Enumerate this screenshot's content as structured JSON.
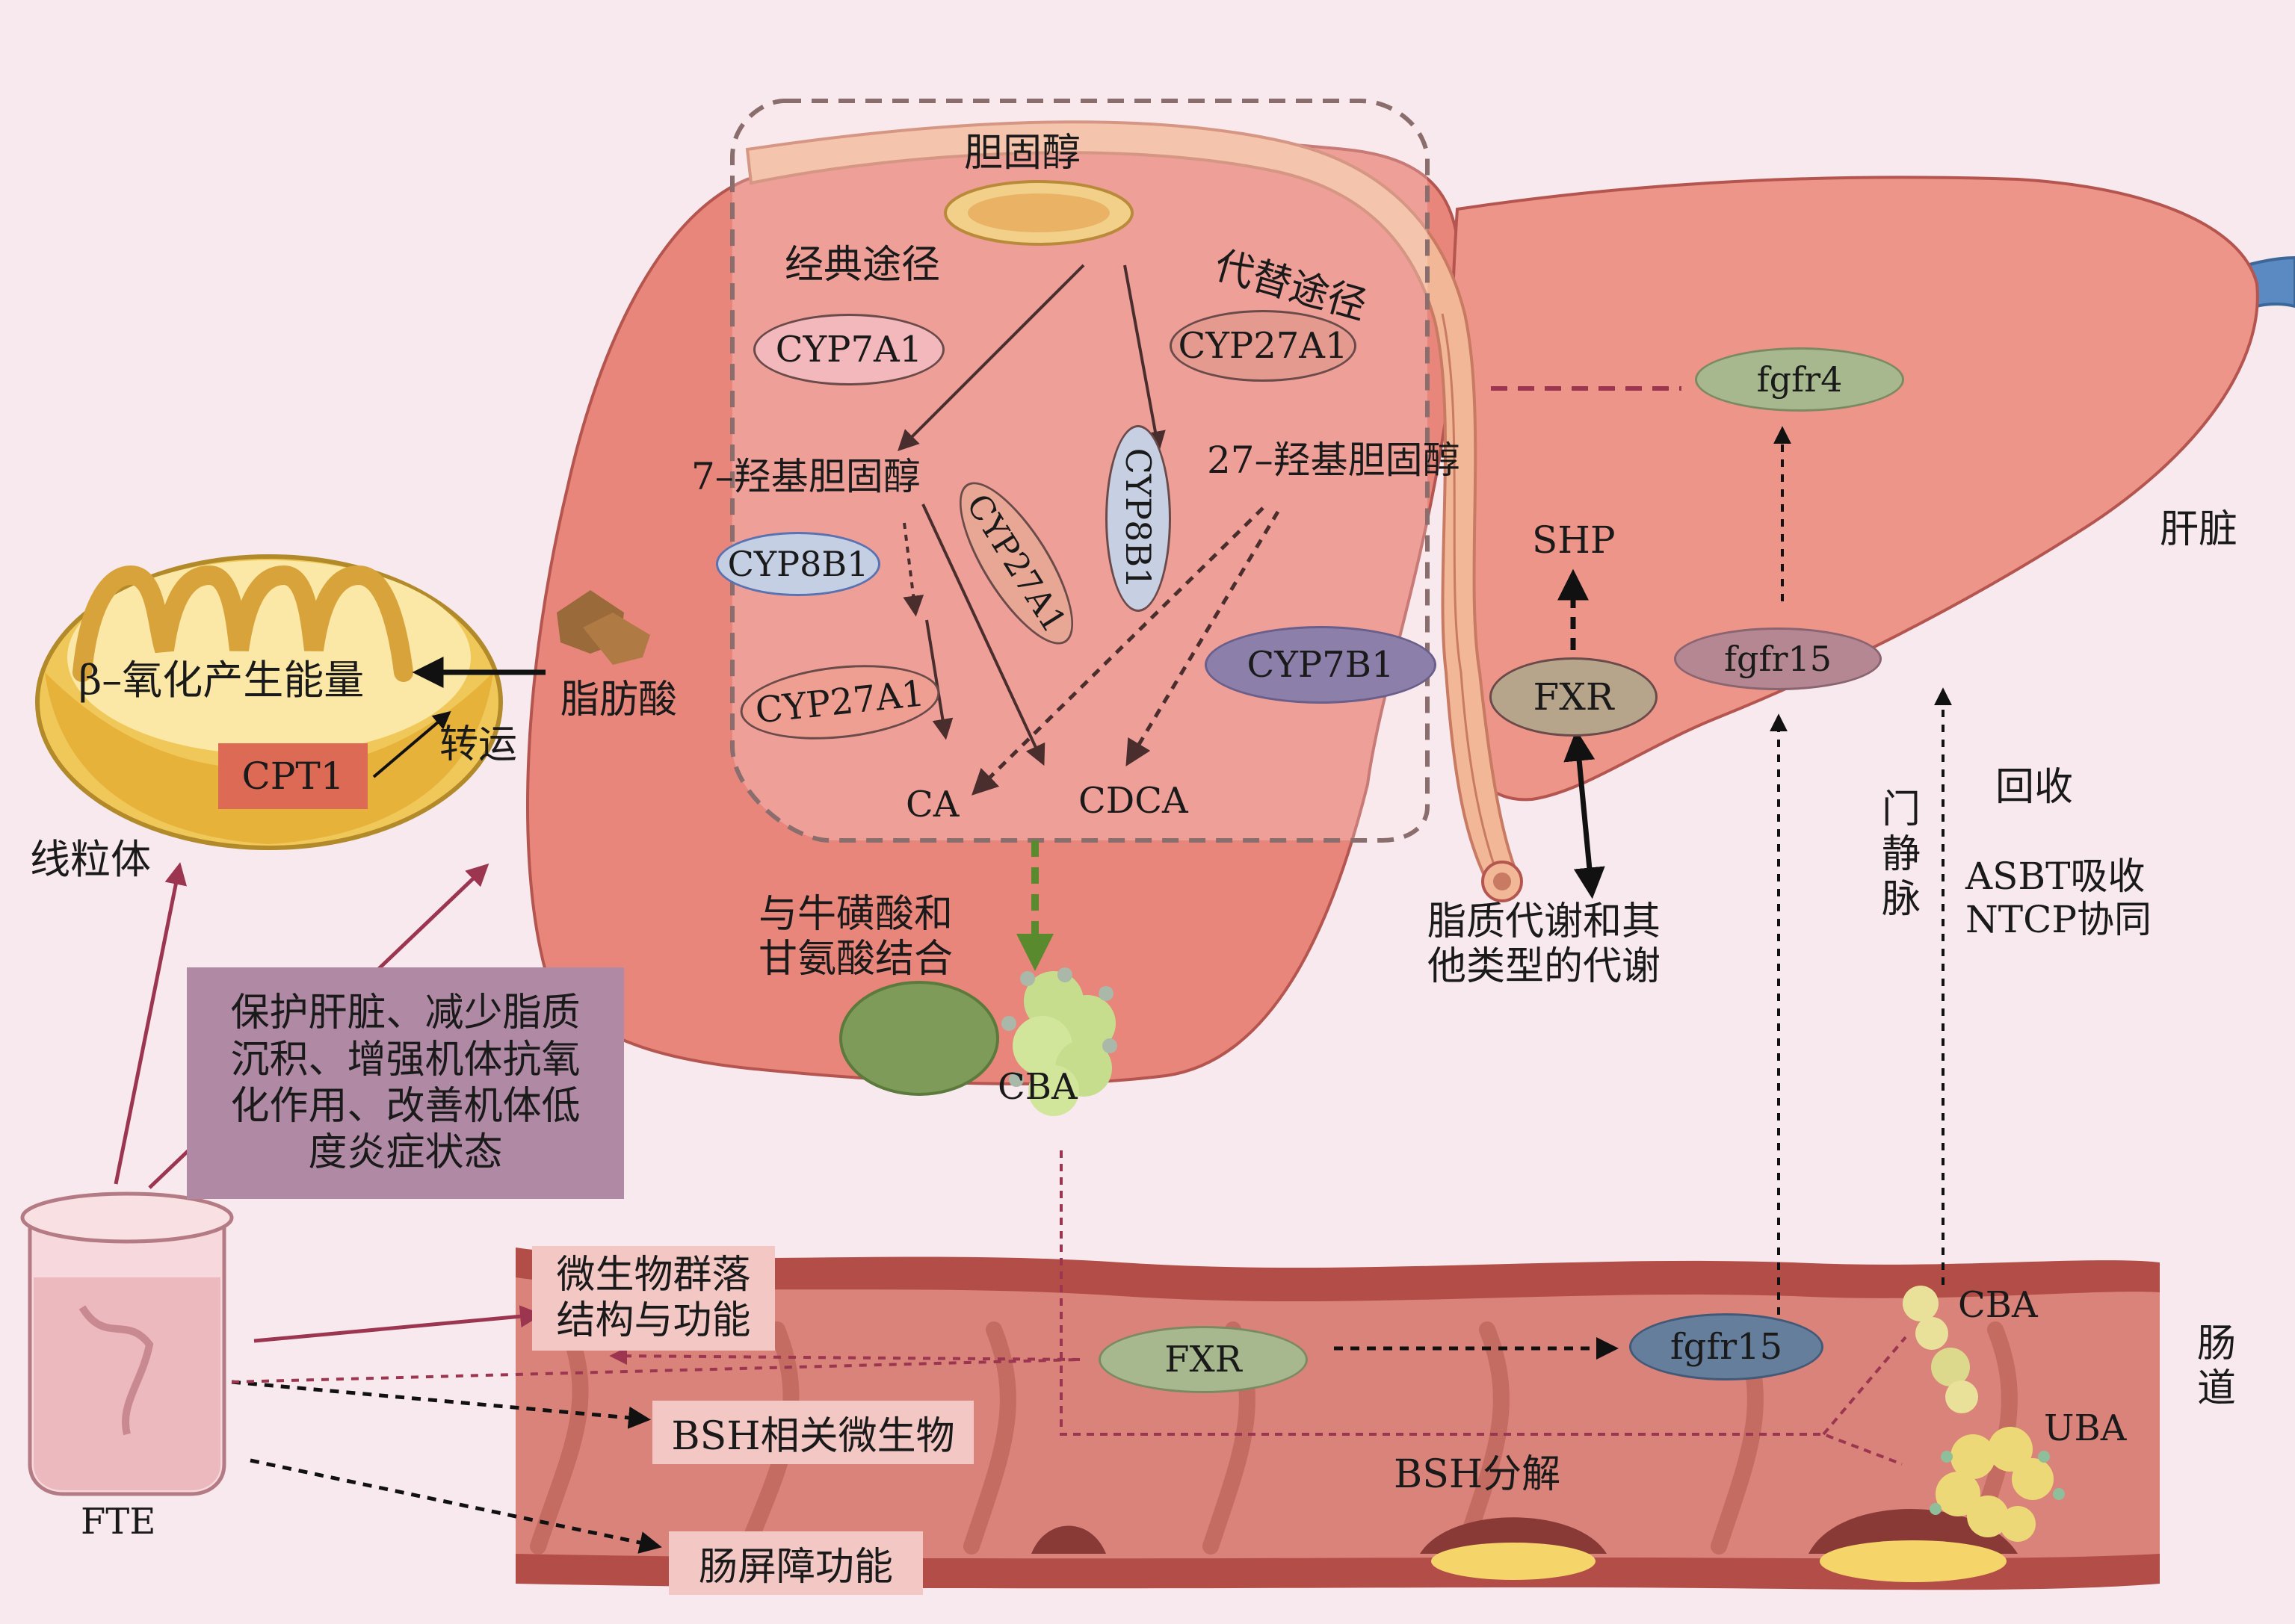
{
  "labels": {
    "cholesterol": "胆固醇",
    "classic_pathway": "经典途径",
    "alt_pathway": "代替途径",
    "hydroxy7": "7–羟基胆固醇",
    "hydroxy27": "27–羟基胆固醇",
    "ca": "CA",
    "cdca": "CDCA",
    "conjugation": "与牛磺酸和\n甘氨酸结合",
    "cba_liver": "CBA",
    "beta_oxidation": "β–氧化产生能量",
    "cpt1": "CPT1",
    "transport": "转运",
    "fatty_acid": "脂肪酸",
    "mitochondria": "线粒体",
    "liver": "肝脏",
    "shp": "SHP",
    "fxr_liver": "FXR",
    "lipid_metabolism": "脂质代谢和其\n他类型的代谢",
    "portal_vein": "门\n静\n脉",
    "recycle": "回收",
    "asbt": "ASBT吸收\nNTCP协同",
    "fgfr4": "fgfr4",
    "fgfr15_liver": "fgfr15",
    "effects_box": "保护肝脏、减少脂质\n沉积、增强机体抗氧\n化作用、改善机体低\n度炎症状态",
    "fte": "FTE",
    "microbial_structure": "微生物群落\n结构与功能",
    "bsh_microbes": "BSH相关微生物",
    "barrier": "肠屏障功能",
    "fxr_gut": "FXR",
    "fgfr15_gut": "fgfr15",
    "bsh_decomp": "BSH分解",
    "cba_gut": "CBA",
    "uba": "UBA",
    "intestine": "肠\n道"
  },
  "enzymes": {
    "cyp7a1": "CYP7A1",
    "cyp27a1_top": "CYP27A1",
    "cyp8b1_vertical": "CYP8B1",
    "cyp27a1_tilted": "CYP27A1",
    "cyp8b1_left": "CYP8B1",
    "cyp27a1_bottom": "CYP27A1",
    "cyp7b1": "CYP7B1"
  },
  "colors": {
    "background": "#f7e9ee",
    "liver": "#e9867c",
    "intestine": "#d9837a",
    "effects_box": "#b08aa4",
    "arrow_red": "#9b3550",
    "arrow_black": "#111111",
    "arrow_green": "#5a8a2e"
  }
}
